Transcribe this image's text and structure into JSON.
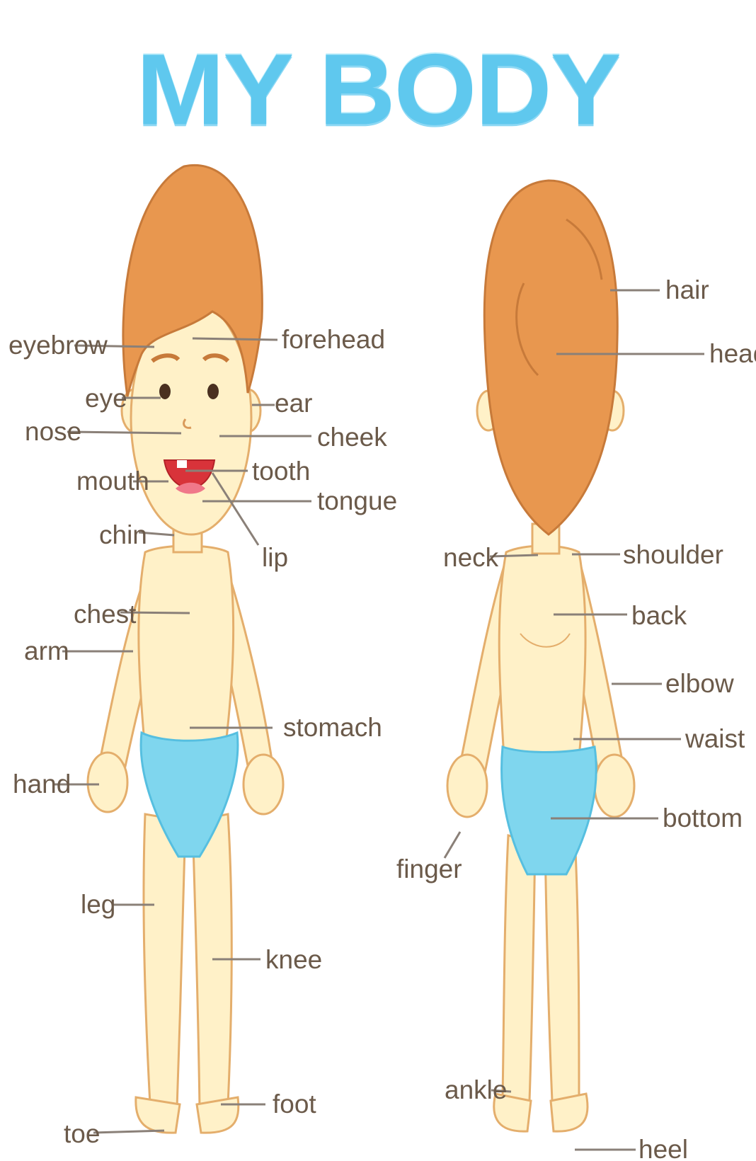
{
  "title": "MY BODY",
  "colors": {
    "title": "#5fc8ee",
    "hair": "#e8974f",
    "skin": "#fff1c8",
    "diaper": "#7fd6ee",
    "label": "#6b5a4a"
  },
  "front_labels": {
    "eyebrow": "eyebrow",
    "forehead": "forehead",
    "eye": "eye",
    "ear": "ear",
    "nose": "nose",
    "cheek": "cheek",
    "mouth": "mouth",
    "tooth": "tooth",
    "tongue": "tongue",
    "chin": "chin",
    "lip": "lip",
    "chest": "chest",
    "arm": "arm",
    "stomach": "stomach",
    "hand": "hand",
    "leg": "leg",
    "knee": "knee",
    "foot": "foot",
    "toe": "toe"
  },
  "back_labels": {
    "hair": "hair",
    "head": "head",
    "neck": "neck",
    "shoulder": "shoulder",
    "back": "back",
    "elbow": "elbow",
    "waist": "waist",
    "bottom": "bottom",
    "finger": "finger",
    "ankle": "ankle",
    "heel": "heel"
  }
}
